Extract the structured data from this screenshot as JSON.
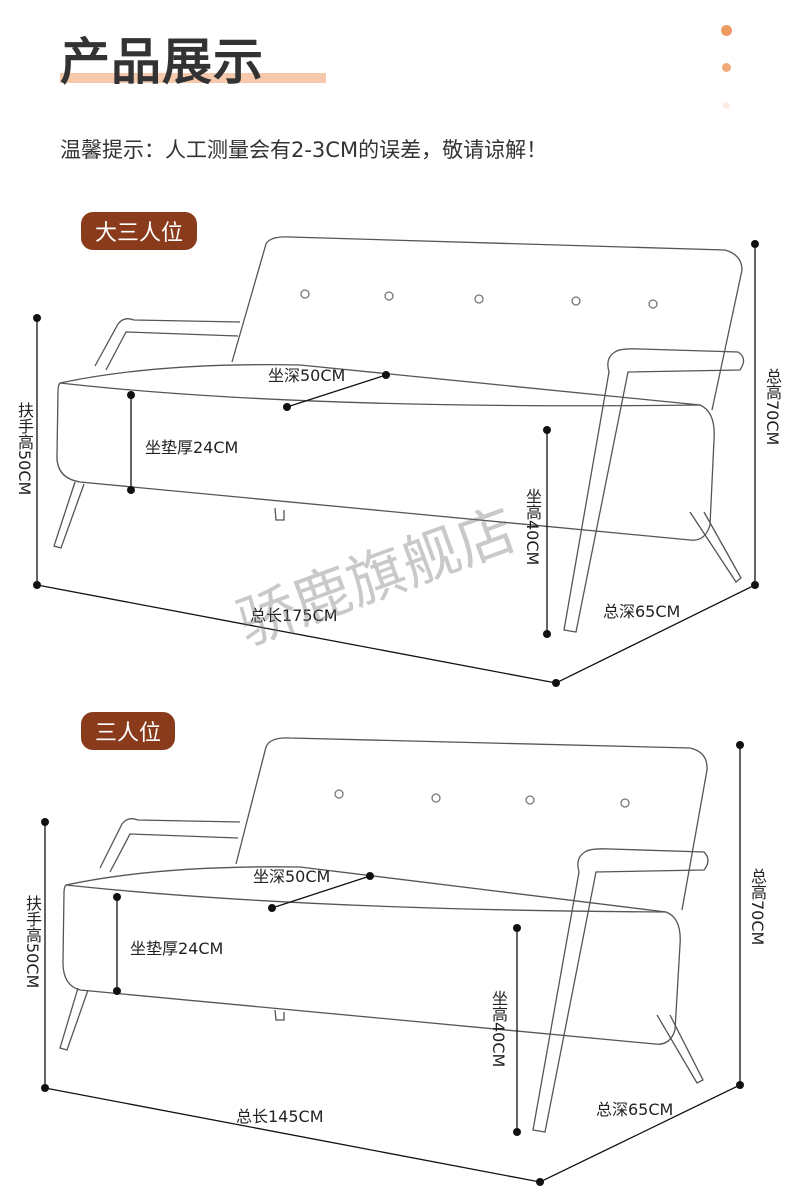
{
  "header": {
    "title": "产品展示",
    "tip": "温馨提示：人工测量会有2-3CM的误差，敬请谅解！"
  },
  "watermark": "骄鹿旗舰店",
  "colors": {
    "accent": "#ee9a62",
    "badge": "#8a3b1c",
    "underline": "#f6c9ad"
  },
  "sofas": [
    {
      "name": "大三人位",
      "seat_depth": "坐深50CM",
      "cushion": "坐垫厚24CM",
      "arm_height": "扶手高50CM",
      "seat_height": "坐高40CM",
      "total_height": "总高70CM",
      "total_length": "总长175CM",
      "total_depth": "总深65CM"
    },
    {
      "name": "三人位",
      "seat_depth": "坐深50CM",
      "cushion": "坐垫厚24CM",
      "arm_height": "扶手高50CM",
      "seat_height": "坐高40CM",
      "total_height": "总高70CM",
      "total_length": "总长145CM",
      "total_depth": "总深65CM"
    }
  ]
}
